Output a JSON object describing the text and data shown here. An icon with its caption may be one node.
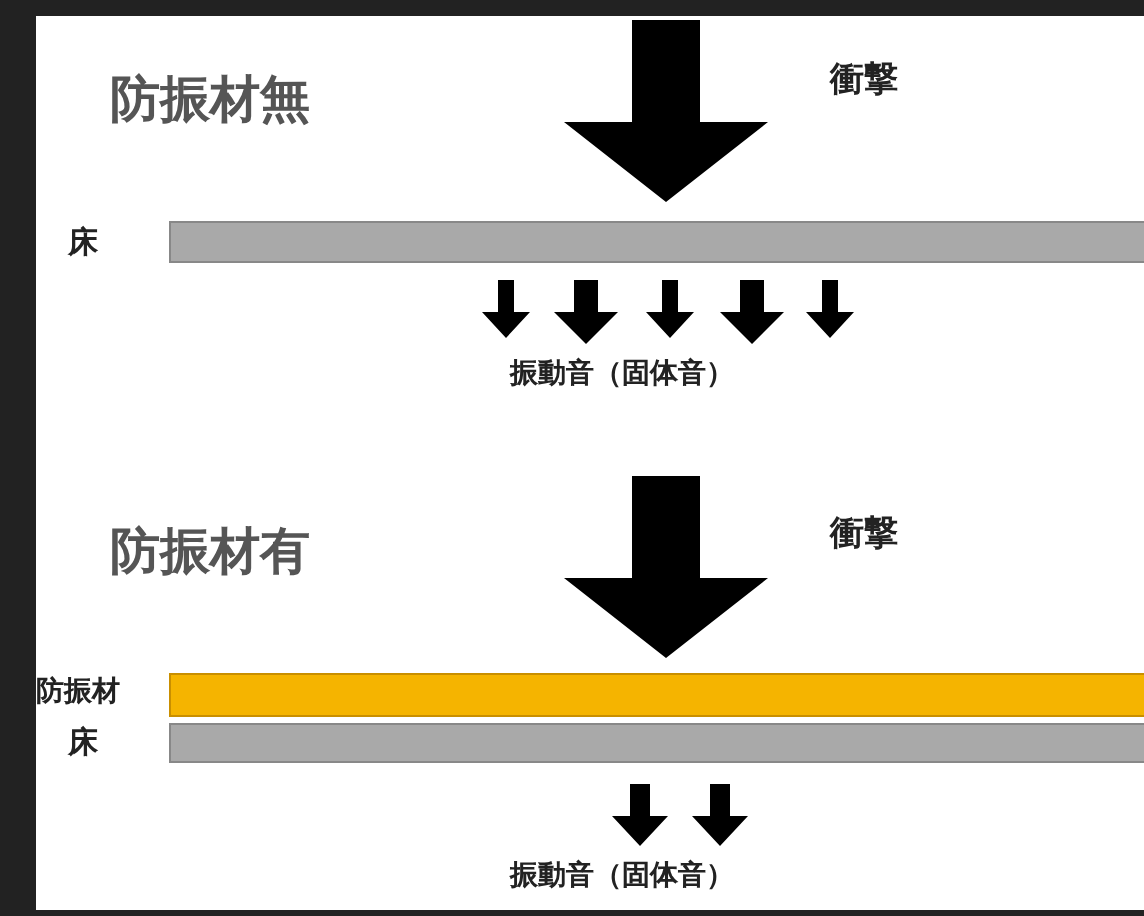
{
  "diagram": {
    "nodes": [
      {
        "text": [],
        "shape": "bar"
      },
      {
        "text": [],
        "shape": "bar"
      },
      {
        "text": [],
        "shape": "bar"
      }
    ],
    "labels": [
      "防振材無",
      "衝撃",
      "床",
      "振動音（固体音）",
      "防振材有",
      "衝撃",
      "防振材",
      "床",
      "振動音（固体音）"
    ]
  }
}
